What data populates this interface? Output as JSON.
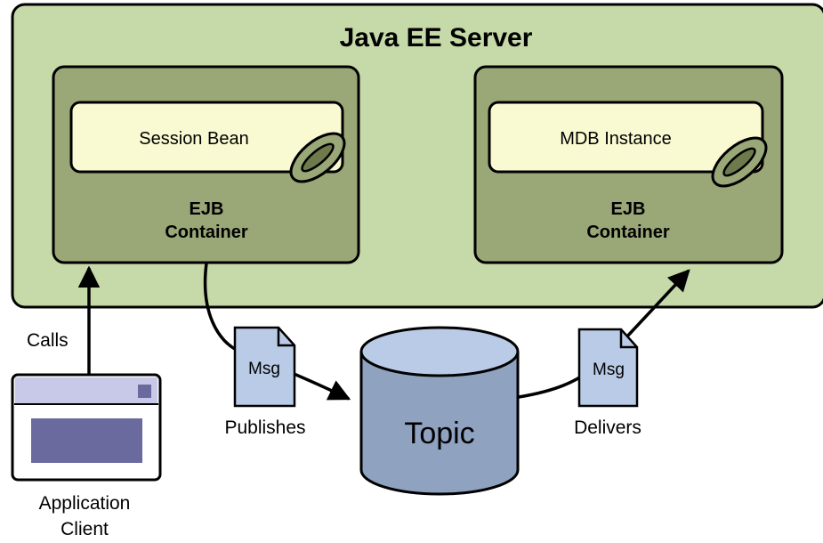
{
  "server": {
    "title": "Java EE Server"
  },
  "left_container": {
    "bean_label": "Session Bean",
    "label_line1": "EJB",
    "label_line2": "Container"
  },
  "right_container": {
    "bean_label": "MDB Instance",
    "label_line1": "EJB",
    "label_line2": "Container"
  },
  "topic": {
    "label": "Topic"
  },
  "messages": {
    "publish_msg": "Msg",
    "deliver_msg": "Msg"
  },
  "edges": {
    "calls": "Calls",
    "publishes": "Publishes",
    "delivers": "Delivers"
  },
  "client": {
    "label_line1": "Application",
    "label_line2": "Client"
  },
  "colors": {
    "server_fill": "#c6d9a8",
    "container_fill": "#9aa777",
    "bean_fill": "#fafad2",
    "topic_fill": "#8fa2c0",
    "msg_fill": "#b9cbe6",
    "client_bar": "#c8c8e8",
    "client_panel": "#6a6a9e"
  }
}
